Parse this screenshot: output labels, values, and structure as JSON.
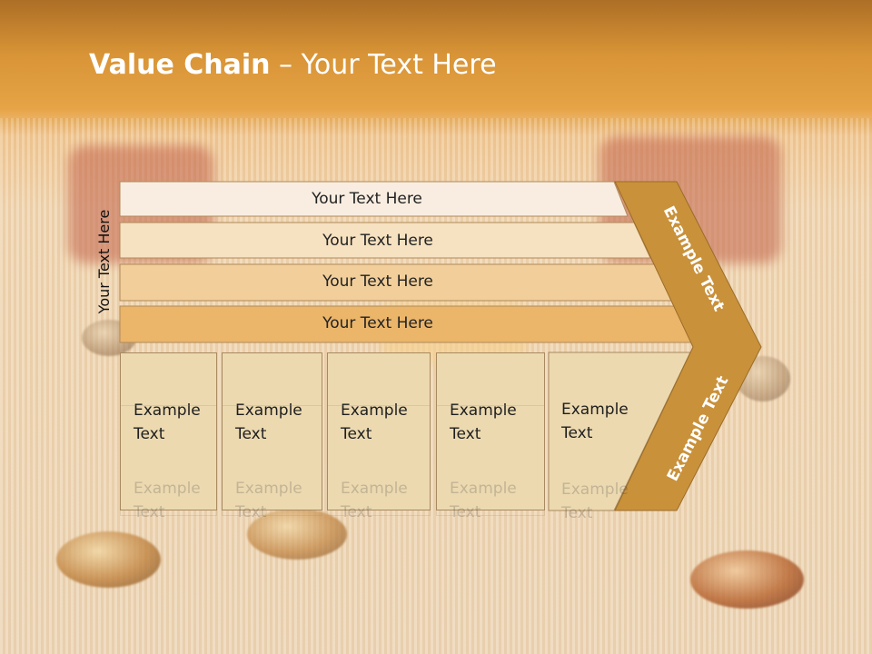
{
  "title": {
    "bold": "Value Chain",
    "rest": " – Your Text Here"
  },
  "vertical_label": "Your Text Here",
  "bars": [
    {
      "label": "Your Text Here",
      "color": "#f8ede0"
    },
    {
      "label": "Your Text Here",
      "color": "#f6e1c0"
    },
    {
      "label": "Your Text Here",
      "color": "#f2cf9a"
    },
    {
      "label": "Your Text Here",
      "color": "#ebb56a"
    }
  ],
  "boxes": [
    {
      "label": "Example Text"
    },
    {
      "label": "Example Text"
    },
    {
      "label": "Example Text"
    },
    {
      "label": "Example Text"
    },
    {
      "label": "Example Text"
    }
  ],
  "arrow": {
    "upper_label": "Example Text",
    "lower_label": "Example Text",
    "color": "#c9913a"
  }
}
